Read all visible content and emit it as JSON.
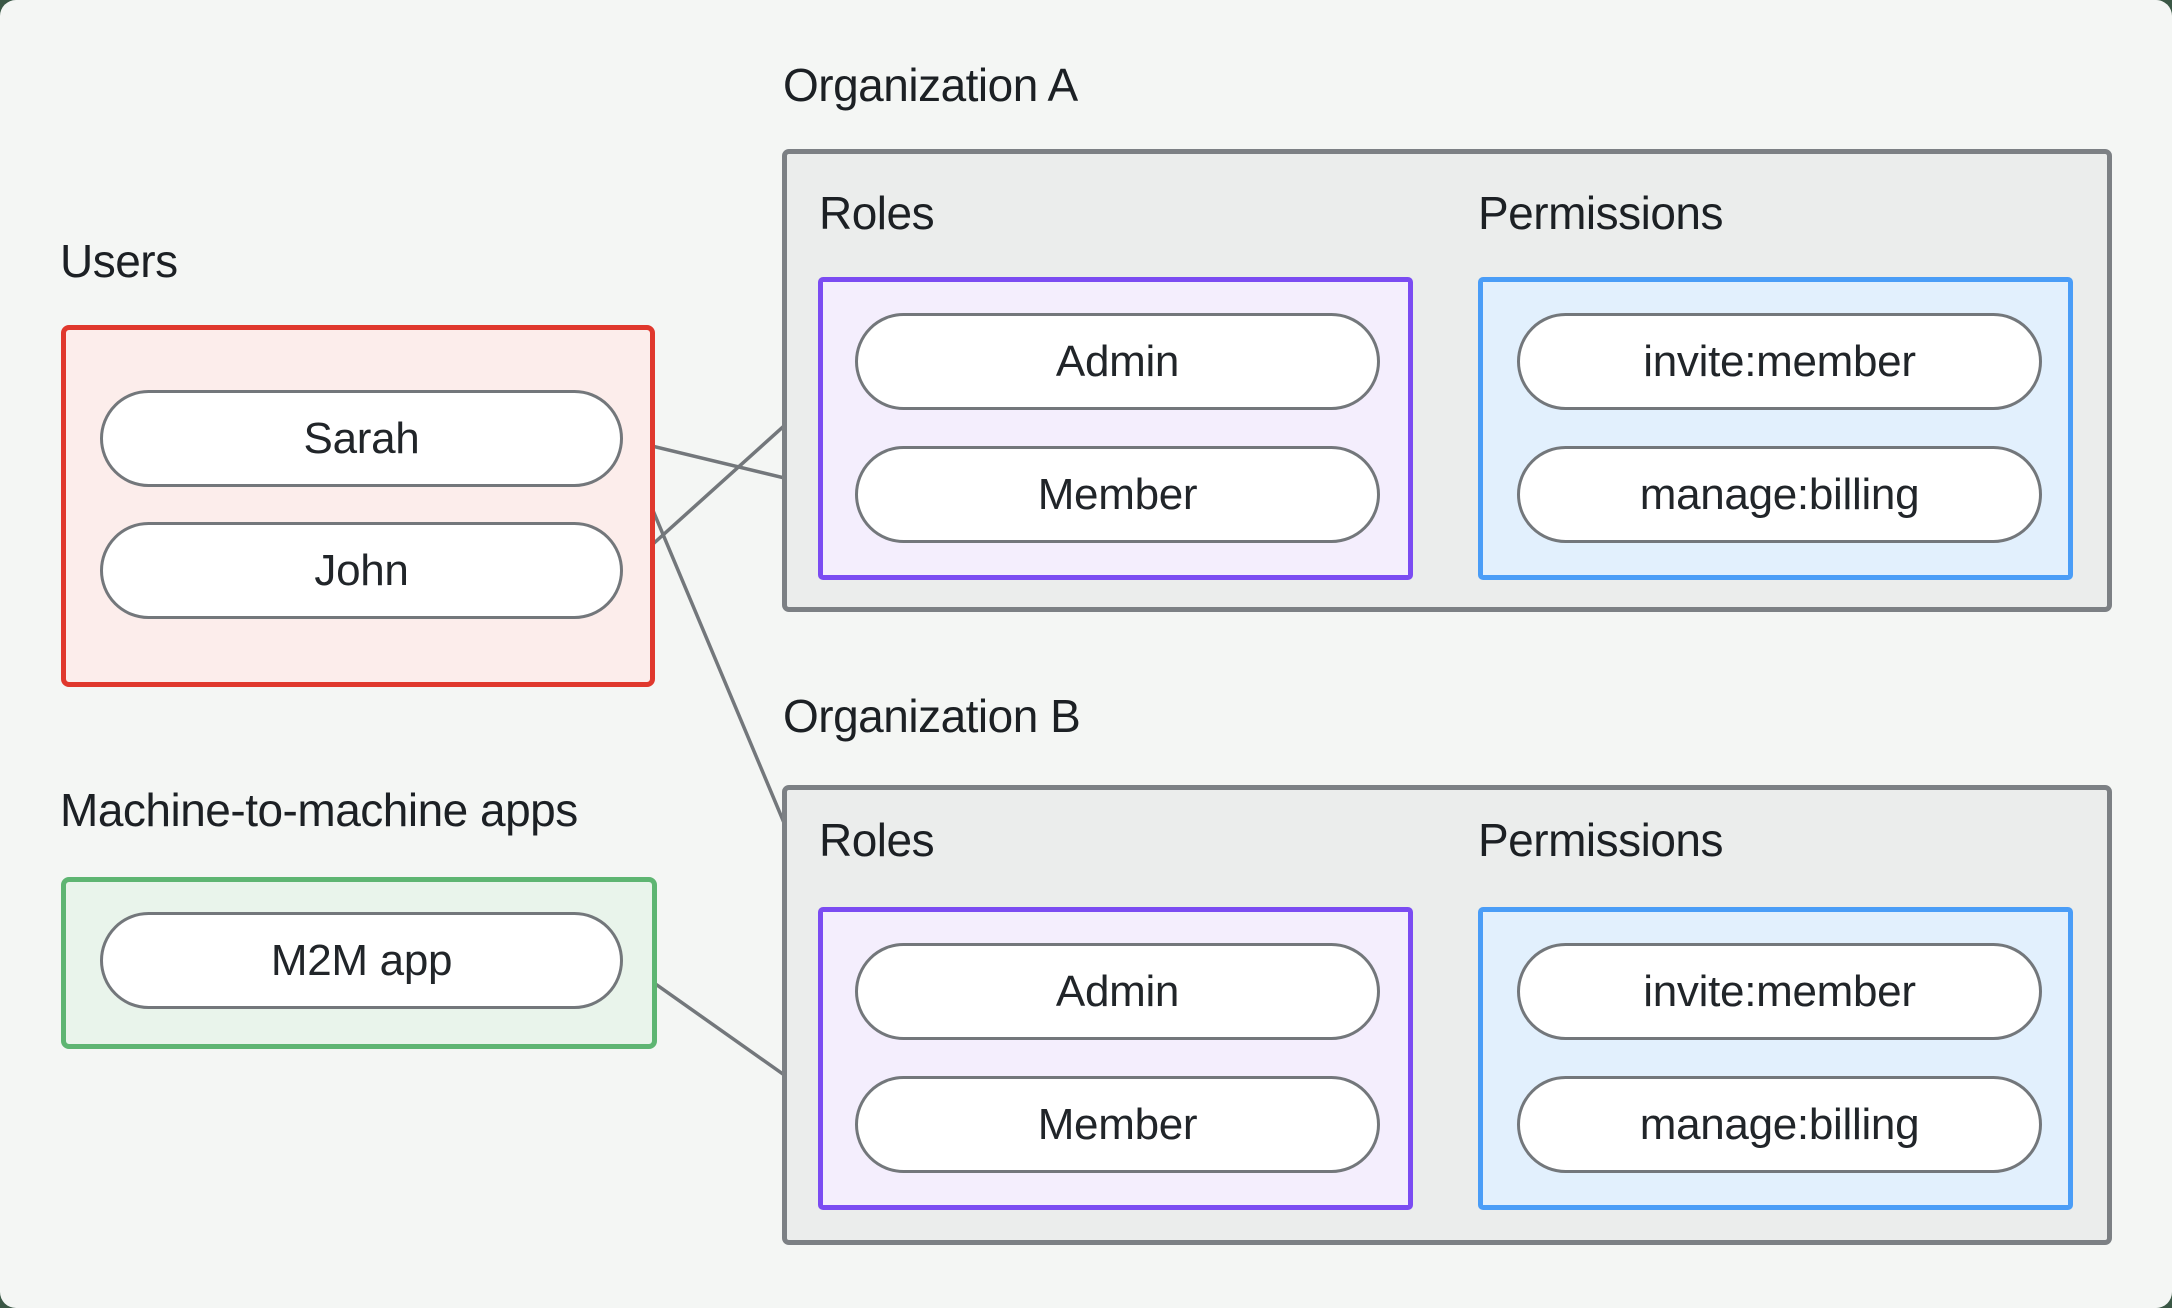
{
  "colors": {
    "page_background": "#3a5745",
    "card_background": "#f4f6f4",
    "users_border": "#e0382d",
    "users_fill": "#fcedeb",
    "m2m_border": "#5eb572",
    "m2m_fill": "#e9f4eb",
    "org_border": "#7c8084",
    "org_fill": "#ebedec",
    "roles_border": "#7b4cf2",
    "roles_fill": "#f4eefd",
    "permissions_border": "#4a9df7",
    "permissions_fill": "#e2f0fd",
    "connector": "#73777b",
    "pill_border": "#73777b",
    "text": "#1c2024"
  },
  "users_group": {
    "label": "Users",
    "items": [
      "Sarah",
      "John"
    ]
  },
  "m2m_group": {
    "label": "Machine-to-machine apps",
    "items": [
      "M2M app"
    ]
  },
  "organizations": [
    {
      "title": "Organization A",
      "roles_label": "Roles",
      "permissions_label": "Permissions",
      "roles": [
        "Admin",
        "Member"
      ],
      "permissions": [
        "invite:member",
        "manage:billing"
      ]
    },
    {
      "title": "Organization B",
      "roles_label": "Roles",
      "permissions_label": "Permissions",
      "roles": [
        "Admin",
        "Member"
      ],
      "permissions": [
        "invite:member",
        "manage:billing"
      ]
    }
  ],
  "connections": [
    {
      "from": "sarah",
      "to": "orgA_member"
    },
    {
      "from": "john",
      "to": "orgA_admin"
    },
    {
      "from": "sarah",
      "to": "orgB_admin"
    },
    {
      "from": "m2m",
      "to": "orgB_member"
    },
    {
      "from": "orgA_admin",
      "to": "orgA_invite"
    },
    {
      "from": "orgA_admin",
      "to": "orgA_manage"
    },
    {
      "from": "orgA_member",
      "to": "orgA_manage"
    },
    {
      "from": "orgB_admin",
      "to": "orgB_invite"
    },
    {
      "from": "orgB_admin",
      "to": "orgB_manage"
    },
    {
      "from": "orgB_member",
      "to": "orgB_manage"
    }
  ]
}
